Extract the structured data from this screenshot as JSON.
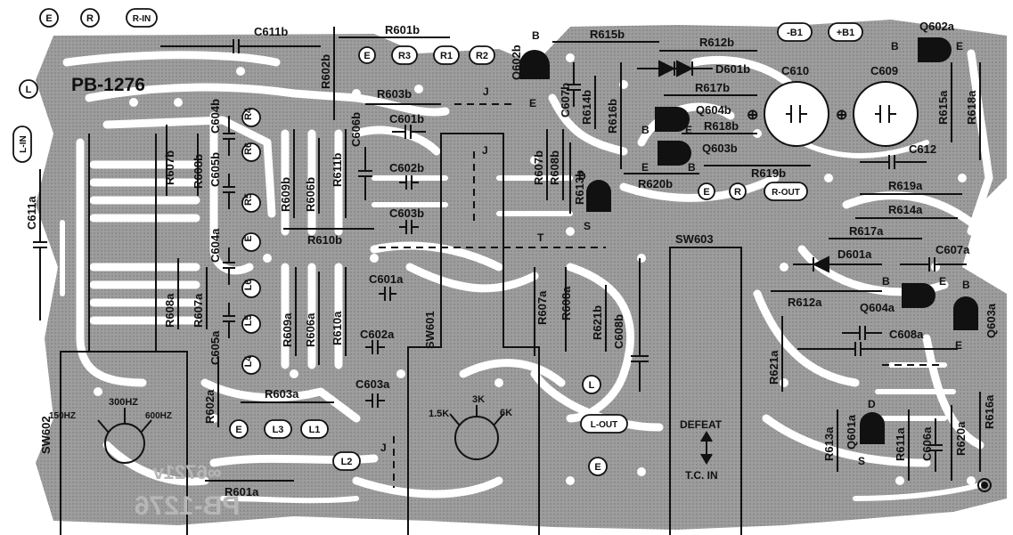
{
  "board": {
    "title": "PB-1276",
    "mirror_text": [
      "PB-1276",
      "∞6721v"
    ],
    "colors": {
      "copper": "#9d9d9d",
      "background": "#ffffff",
      "ink": "#111111"
    }
  },
  "terminals": {
    "top_left": [
      "E",
      "R",
      "R-IN"
    ],
    "left": [
      "L",
      "L-IN"
    ],
    "top_mid": [
      "E",
      "R3",
      "R1",
      "R2"
    ],
    "top_right": [
      "-B1",
      "+B1"
    ],
    "left_column": [
      "R4",
      "R6",
      "R5",
      "E",
      "L6",
      "L5",
      "L4"
    ],
    "bottom_row": [
      "E",
      "L3",
      "L1",
      "L2"
    ],
    "right_mid": [
      "E",
      "R",
      "R-OUT"
    ],
    "center_bottom": [
      "L",
      "L-OUT",
      "E"
    ]
  },
  "resistors": [
    "R601b",
    "R602b",
    "R603b",
    "R615b",
    "R612b",
    "R617b",
    "R618b",
    "R614b",
    "R616b",
    "R607b",
    "R608b",
    "R609b",
    "R606b",
    "R611b",
    "R610b",
    "R619b",
    "R620b",
    "R613b",
    "R615a",
    "R618a",
    "R619a",
    "R614a",
    "R617a",
    "R612a",
    "R621a",
    "R613a",
    "R611a",
    "R620a",
    "R616a",
    "R621b",
    "R607a",
    "R608a",
    "R609a",
    "R606a",
    "R610a",
    "R603a",
    "R601a",
    "R602a"
  ],
  "capacitors": [
    "C611b",
    "C604b",
    "C605b",
    "C606b",
    "C601b",
    "C602b",
    "C603b",
    "C607b",
    "C610",
    "C609",
    "C612",
    "C607a",
    "C608a",
    "C606a",
    "C608b",
    "C601a",
    "C602a",
    "C603a",
    "C611a",
    "C604a",
    "C605a"
  ],
  "transistors": [
    "Q602b",
    "Q604b",
    "Q603b",
    "Q602a",
    "Q604a",
    "Q603a",
    "Q601a"
  ],
  "diodes": [
    "D601b",
    "D601a"
  ],
  "pin_letters": [
    "B",
    "E",
    "D",
    "S",
    "J",
    "T"
  ],
  "switches": [
    {
      "name": "SW602",
      "labels": [
        "150HZ",
        "300HZ",
        "600HZ"
      ]
    },
    {
      "name": "SW601",
      "labels": [
        "1.5K",
        "3K",
        "6K"
      ]
    },
    {
      "name": "SW603",
      "labels": [
        "DEFEAT",
        "T.C. IN"
      ]
    }
  ],
  "symbols": {
    "polarity_plus": "⊕"
  }
}
